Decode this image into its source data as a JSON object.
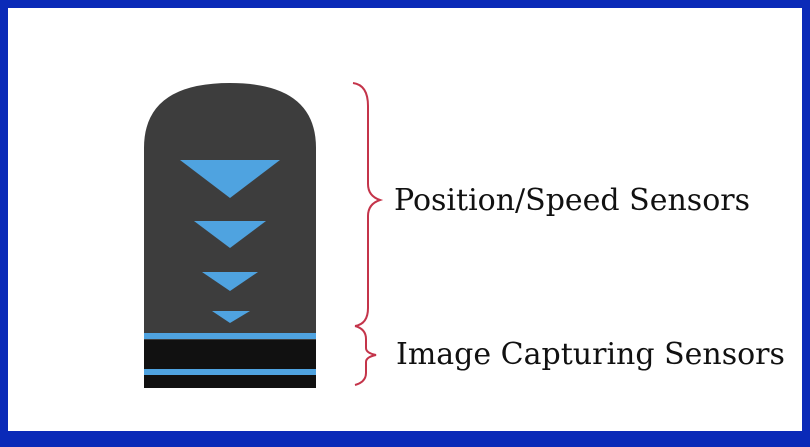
{
  "labels": {
    "position_speed": "Position/Speed Sensors",
    "image_capturing": "Image Capturing Sensors"
  },
  "colors": {
    "frame_border": "#0a2ab8",
    "background": "#ffffff",
    "sensor_body": "#3d3d3d",
    "sensor_accent": "#4fa3e0",
    "sensor_base": "#111111",
    "brace": "#c4344a",
    "text": "#111111"
  },
  "diagram": {
    "position_sensor_count": 4,
    "image_sensor_lines": 2
  }
}
